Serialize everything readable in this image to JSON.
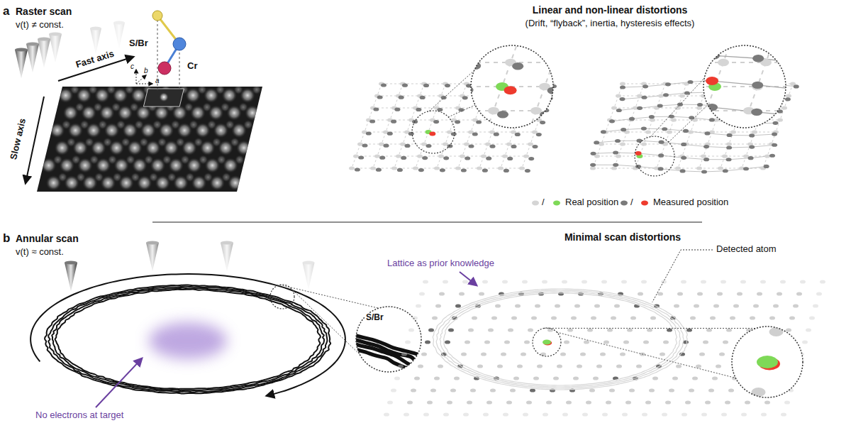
{
  "diagram": {
    "labels": [
      "a",
      "Raster scan",
      "v(t) ≠ const.",
      "Fast axis",
      "Slow axis",
      "S/Br",
      "Cr",
      "c",
      "b",
      "a",
      "Linear and non-linear distortions",
      "(Drift, “flyback”, inertia, hysteresis effects)",
      "/",
      "/",
      "b",
      "Annular scan",
      "v(t) ≈ const.",
      "S/Br",
      "No electrons at target",
      "Minimal scan distortions",
      "Lattice as prior knowledge",
      "Detected atom"
    ],
    "legend": [
      {
        "text": "Real position"
      },
      {
        "text": "Measured position"
      }
    ]
  }
}
